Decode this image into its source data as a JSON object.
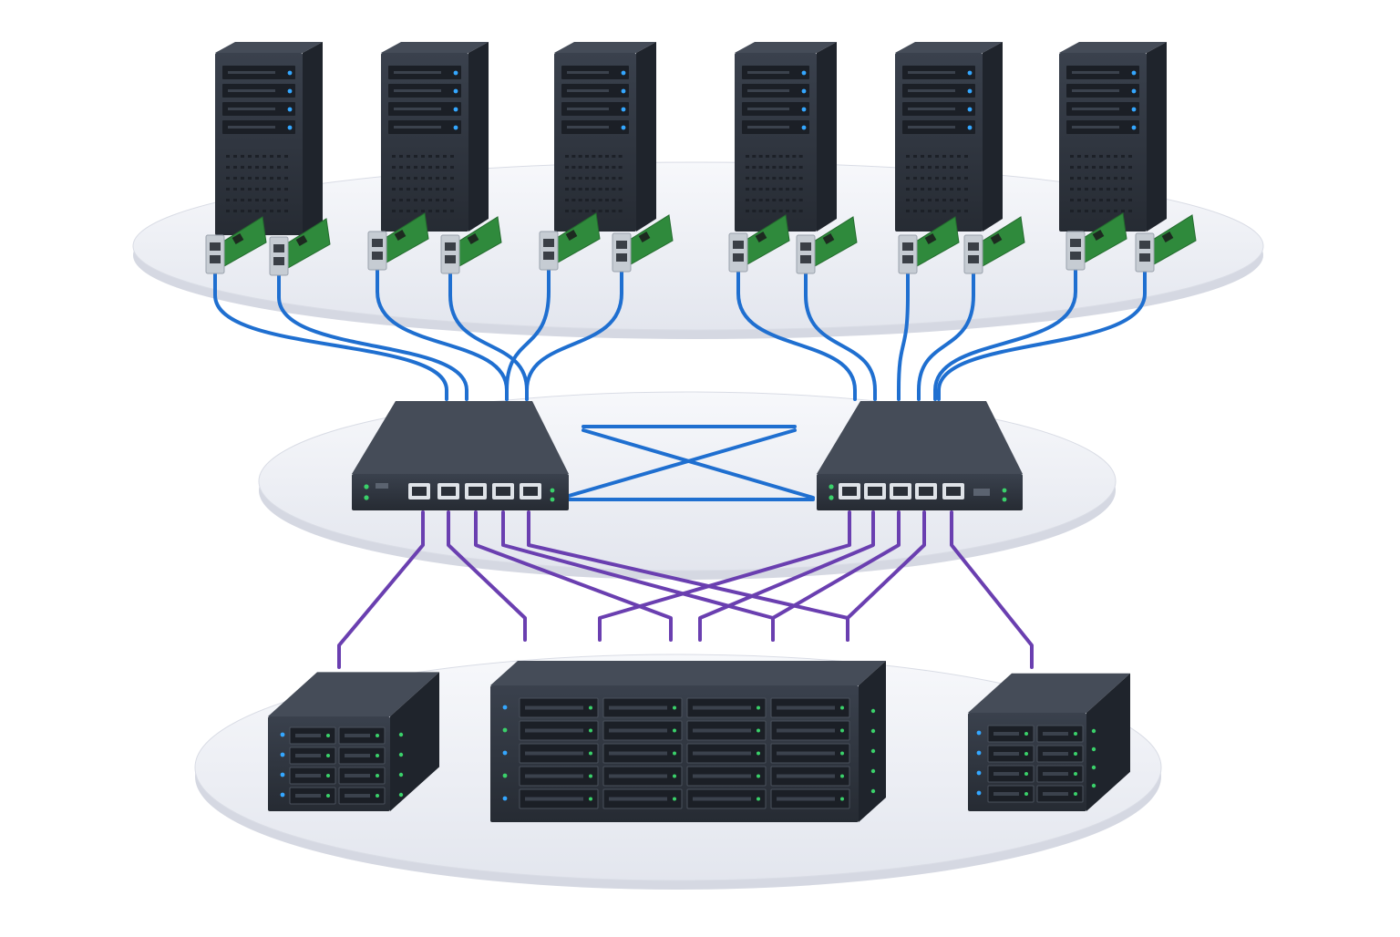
{
  "colors": {
    "background": "#ffffff",
    "platform_fill": "#eceef4",
    "platform_edge": "#d5d8e2",
    "device_front": "#2f3540",
    "device_side": "#1f242c",
    "device_top": "#454c58",
    "bay": "#1b1f26",
    "bay_slot": "#3b424d",
    "led_blue": "#34a7ff",
    "led_green": "#3ad16a",
    "nic_pcb": "#2f8a3c",
    "nic_bracket": "#c6ccd3",
    "cable_blue": "#1f6fd0",
    "cable_purple": "#6a3fb0",
    "port": "#dfe3e8"
  },
  "diagram": {
    "tiers": [
      {
        "name": "compute-tier",
        "device_kind": "tower-server",
        "count": 6
      },
      {
        "name": "network-tier",
        "device_kind": "ethernet-switch",
        "count": 2
      },
      {
        "name": "storage-tier",
        "device_kind": "storage-array",
        "count": 3
      }
    ],
    "server_nics": 2,
    "switch_ports": 5,
    "links": {
      "servers_to_switches": "blue",
      "switch_interconnect": "blue",
      "switches_to_storage": "purple"
    }
  }
}
